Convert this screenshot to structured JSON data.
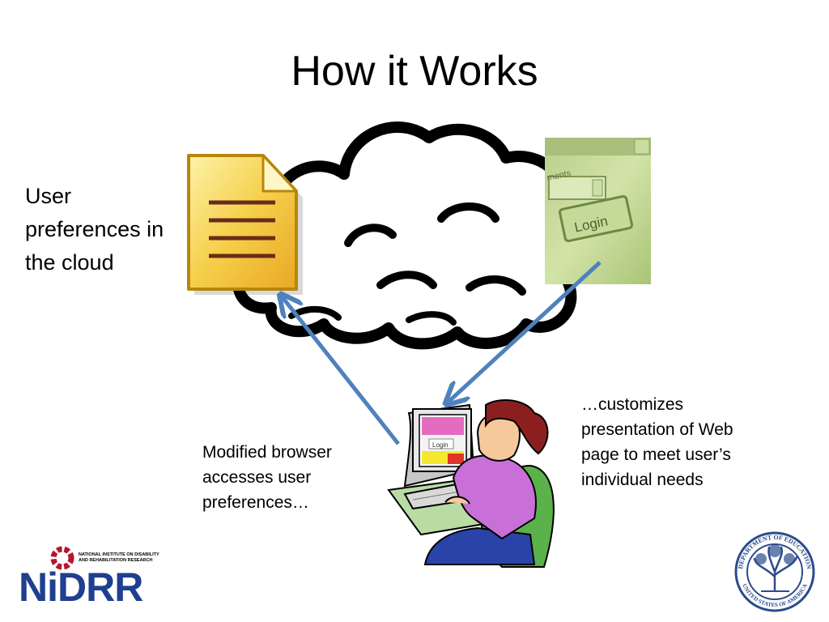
{
  "slide": {
    "title": "How it Works",
    "cloud_label": [
      "User",
      "preferences in",
      "the cloud"
    ],
    "browser_caption": [
      "Modified browser",
      "accesses user",
      "preferences…"
    ],
    "customize_caption": [
      "…customizes",
      "presentation of Web",
      "page to meet user’s",
      "individual needs"
    ],
    "login_button_label": "Login",
    "login_field_label": "ments",
    "monitor_login_label": "Login"
  },
  "footer": {
    "nidrr_small_line1": "NATIONAL INSTITUTE ON DISABILITY",
    "nidrr_small_line2": "AND REHABILITATION RESEARCH",
    "nidrr_logo_text": "NiDRR",
    "seal_top_text": "DEPARTMENT OF EDUCATION",
    "seal_bottom_text": "UNITED STATES OF AMERICA"
  },
  "colors": {
    "arrow": "#4f81bd",
    "cloud_outline": "#000000",
    "document_fill": "#f7d35a",
    "document_border": "#b8860b",
    "screenshot_bg": "#c6d9a0",
    "nidrr_blue": "#1f3f8f",
    "nidrr_red": "#b5172d",
    "seal_blue": "#2b4b8c"
  }
}
